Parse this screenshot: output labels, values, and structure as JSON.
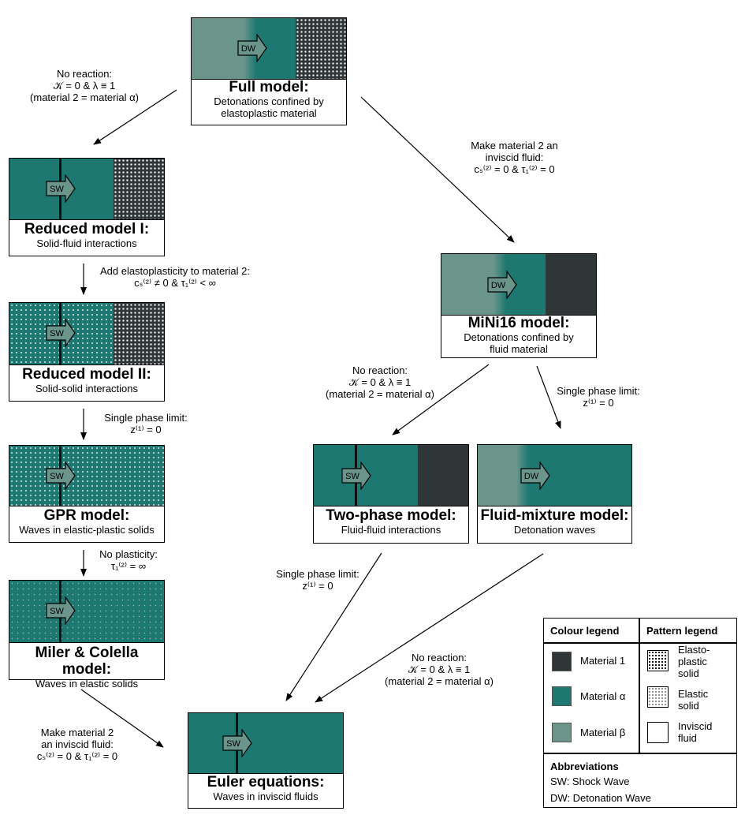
{
  "colors": {
    "material_1": "#2f3638",
    "material_alpha": "#1d7871",
    "material_beta": "#6b958b",
    "dots": "#ffffff"
  },
  "boxes": {
    "full": {
      "title": "Full model:",
      "subtitle_lines": [
        "Detonations confined by",
        "elastoplastic material"
      ],
      "wave": "DW"
    },
    "reduced1": {
      "title": "Reduced model I:",
      "subtitle_lines": [
        "Solid-fluid interactions"
      ],
      "wave": "SW"
    },
    "reduced2": {
      "title": "Reduced model II:",
      "subtitle_lines": [
        "Solid-solid interactions"
      ],
      "wave": "SW"
    },
    "gpr": {
      "title": "GPR model:",
      "subtitle_lines": [
        "Waves in elastic-plastic solids"
      ],
      "wave": "SW"
    },
    "miler": {
      "title": "Miler & Colella model:",
      "subtitle_lines": [
        "Waves in elastic solids"
      ],
      "wave": "SW"
    },
    "mini16": {
      "title": "MiNi16 model:",
      "subtitle_lines": [
        "Detonations confined by",
        "fluid material"
      ],
      "wave": "DW"
    },
    "twophase": {
      "title": "Two-phase model:",
      "subtitle_lines": [
        "Fluid-fluid interactions"
      ],
      "wave": "SW"
    },
    "fluidmix": {
      "title": "Fluid-mixture model:",
      "subtitle_lines": [
        "Detonation waves"
      ],
      "wave": "DW"
    },
    "euler": {
      "title": "Euler equations:",
      "subtitle_lines": [
        "Waves in inviscid fluids"
      ],
      "wave": "SW"
    }
  },
  "arrow_labels": {
    "full_to_r1": [
      "No reaction:",
      "𝒦 = 0 & λ ≡ 1",
      "(material 2 = material α)"
    ],
    "full_to_mini16": [
      "Make material 2 an",
      "inviscid fluid:",
      "cₛ⁽²⁾  = 0 & τ₁⁽²⁾ = 0"
    ],
    "r1_to_r2": [
      "Add elastoplasticity to material 2:",
      "cₛ⁽²⁾  ≠ 0 & τ₁⁽²⁾ < ∞"
    ],
    "r2_to_gpr": [
      "Single phase limit:",
      "z⁽¹⁾ = 0"
    ],
    "gpr_to_miler": [
      "No plasticity:",
      "τ₁⁽²⁾ = ∞"
    ],
    "mini16_to_twophase": [
      "No reaction:",
      "𝒦 = 0 & λ ≡ 1",
      "(material 2 = material α)"
    ],
    "mini16_to_fluidmix": [
      "Single phase limit:",
      "z⁽¹⁾ = 0"
    ],
    "twophase_to_euler": [
      "Single phase limit:",
      "z⁽¹⁾ = 0"
    ],
    "fluidmix_to_euler": [
      "No reaction:",
      "𝒦 = 0 & λ ≡ 1",
      "(material 2 = material α)"
    ],
    "miler_to_euler": [
      "Make material 2",
      "an inviscid fluid:",
      "cₛ⁽²⁾  = 0 & τ₁⁽²⁾ = 0"
    ]
  },
  "legend": {
    "colour_title": "Colour legend",
    "pattern_title": "Pattern legend",
    "colours": [
      "Material 1",
      "Material α",
      "Material β"
    ],
    "patterns": [
      [
        "Elasto-",
        "plastic",
        "solid"
      ],
      [
        "Elastic",
        "solid"
      ],
      [
        "Inviscid",
        "fluid"
      ]
    ],
    "abbrev_title": "Abbreviations",
    "abbrevs": [
      "SW: Shock Wave",
      "DW: Detonation Wave"
    ]
  }
}
